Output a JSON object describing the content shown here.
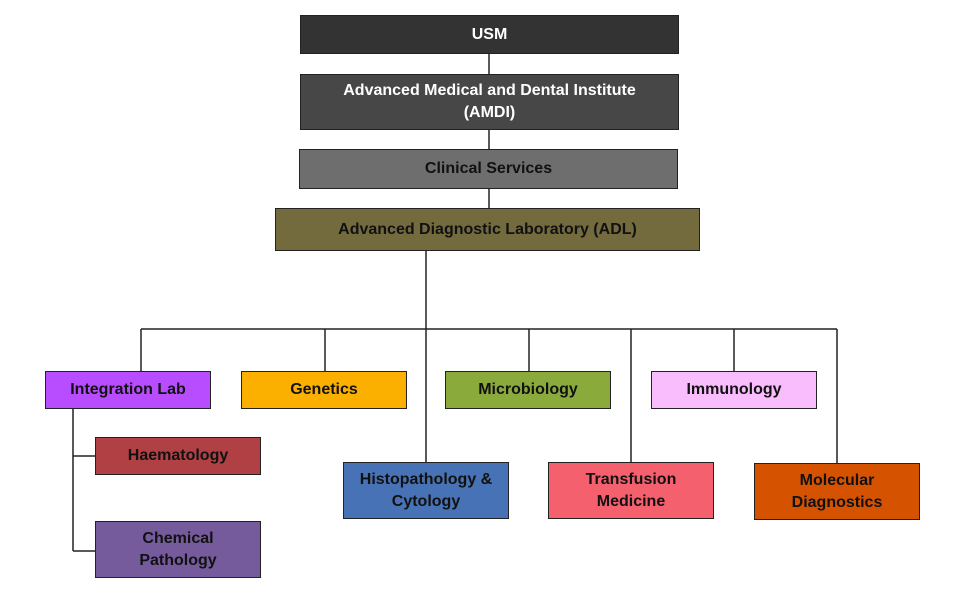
{
  "diagram": {
    "type": "org-chart",
    "nodes": {
      "usm": {
        "label": "USM",
        "color": "#333333"
      },
      "amdi": {
        "label": "Advanced Medical and Dental Institute\n(AMDI)",
        "color": "#474747"
      },
      "clinical": {
        "label": "Clinical Services",
        "color": "#6e6e6e"
      },
      "adl": {
        "label": "Advanced Diagnostic Laboratory (ADL)",
        "color": "#736a3e"
      },
      "integration": {
        "label": "Integration Lab",
        "color": "#b84cff"
      },
      "genetics": {
        "label": "Genetics",
        "color": "#fbb000"
      },
      "microbiology": {
        "label": "Microbiology",
        "color": "#8aab3c"
      },
      "immunology": {
        "label": "Immunology",
        "color": "#f9bdfd"
      },
      "haematology": {
        "label": "Haematology",
        "color": "#b04043"
      },
      "chemical": {
        "label": "Chemical\nPathology",
        "color": "#765b9c"
      },
      "histopathology": {
        "label": "Histopathology &\nCytology",
        "color": "#4772b6"
      },
      "transfusion": {
        "label": "Transfusion\nMedicine",
        "color": "#f4606e"
      },
      "molecular": {
        "label": "Molecular\nDiagnostics",
        "color": "#d55300"
      }
    },
    "edges": [
      [
        "usm",
        "amdi"
      ],
      [
        "amdi",
        "clinical"
      ],
      [
        "clinical",
        "adl"
      ],
      [
        "adl",
        "integration"
      ],
      [
        "adl",
        "genetics"
      ],
      [
        "adl",
        "histopathology"
      ],
      [
        "adl",
        "microbiology"
      ],
      [
        "adl",
        "transfusion"
      ],
      [
        "adl",
        "immunology"
      ],
      [
        "adl",
        "molecular"
      ],
      [
        "integration",
        "haematology"
      ],
      [
        "integration",
        "chemical"
      ]
    ]
  }
}
